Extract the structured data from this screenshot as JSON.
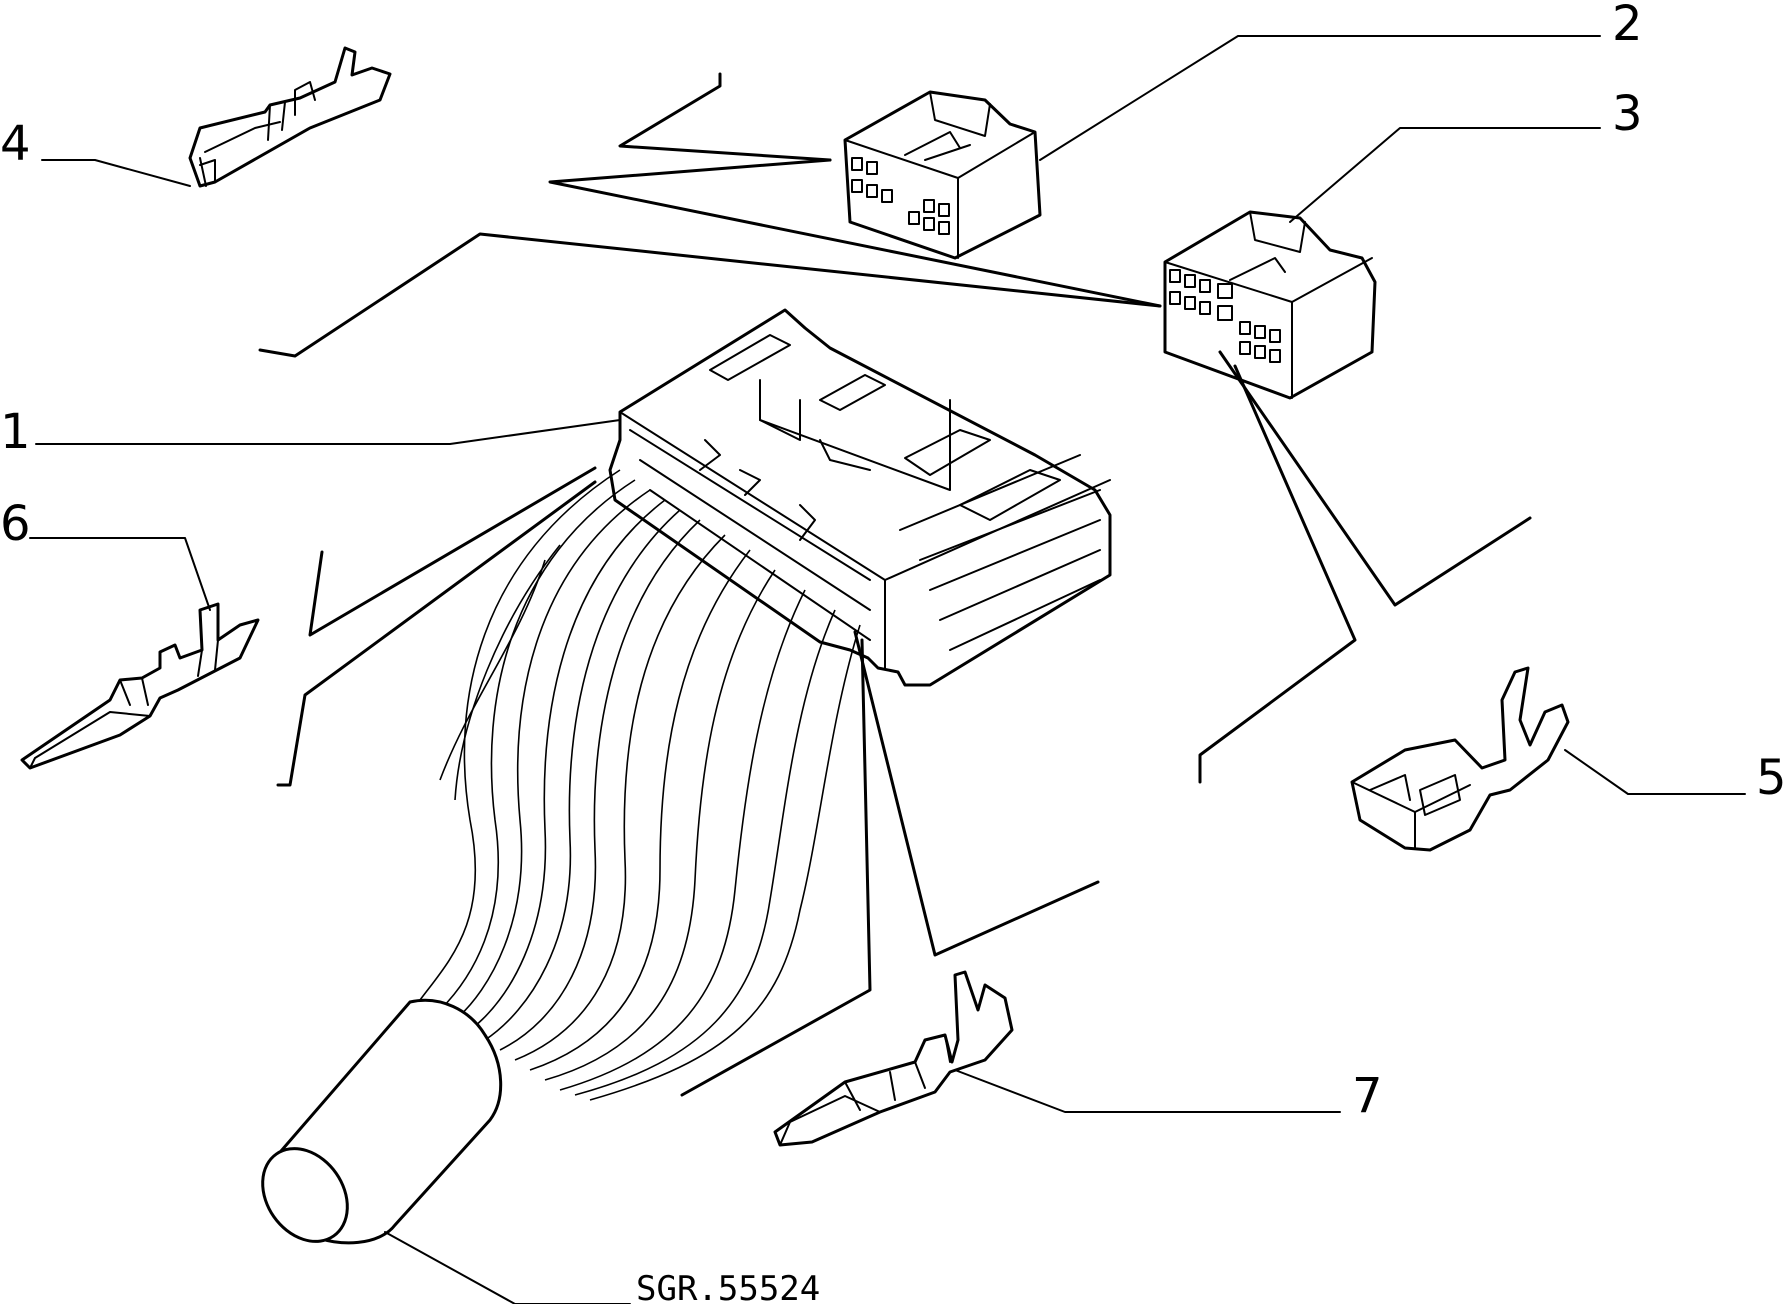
{
  "diagram": {
    "callouts": [
      {
        "id": "1",
        "label": "1"
      },
      {
        "id": "2",
        "label": "2"
      },
      {
        "id": "3",
        "label": "3"
      },
      {
        "id": "4",
        "label": "4"
      },
      {
        "id": "5",
        "label": "5"
      },
      {
        "id": "6",
        "label": "6"
      },
      {
        "id": "7",
        "label": "7"
      }
    ],
    "reference_code": "SGR.55524"
  }
}
